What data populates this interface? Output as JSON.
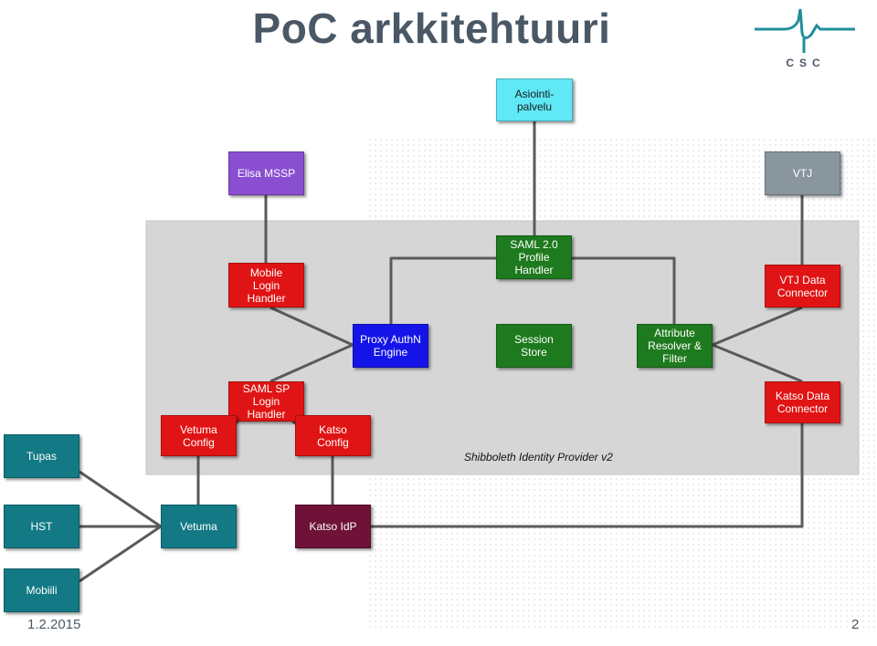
{
  "slide": {
    "title": "PoC arkkitehtuuri",
    "logo_text": "CSC",
    "footer_date": "1.2.2015",
    "page_number": "2"
  },
  "idp_label": "Shibboleth Identity Provider v2",
  "colors": {
    "cyan": "#5fe8f5",
    "purple": "#8a4fd0",
    "gray": "#8a969e",
    "red": "#e01414",
    "blue": "#1414e8",
    "green": "#1e7a1e",
    "teal": "#137a85",
    "maroon": "#6e1238",
    "connector": "#5a5a5a",
    "logo_teal": "#1f8f9a"
  },
  "boxes": {
    "asiointi": {
      "lines": [
        "Asiointi-",
        "palvelu"
      ]
    },
    "elisa": {
      "lines": [
        "Elisa MSSP"
      ]
    },
    "vtj": {
      "lines": [
        "VTJ"
      ]
    },
    "mobile": {
      "lines": [
        "Mobile",
        "Login",
        "Handler"
      ]
    },
    "saml2": {
      "lines": [
        "SAML 2.0",
        "Profile",
        "Handler"
      ]
    },
    "vtjdata": {
      "lines": [
        "VTJ Data",
        "Connector"
      ]
    },
    "proxy": {
      "lines": [
        "Proxy AuthN",
        "Engine"
      ]
    },
    "session": {
      "lines": [
        "Session",
        "Store"
      ]
    },
    "attr": {
      "lines": [
        "Attribute",
        "Resolver &",
        "Filter"
      ]
    },
    "samlsp": {
      "lines": [
        "SAML SP",
        "Login",
        "Handler"
      ]
    },
    "katsodata": {
      "lines": [
        "Katso Data",
        "Connector"
      ]
    },
    "vetconf": {
      "lines": [
        "Vetuma",
        "Config"
      ]
    },
    "katsoconf": {
      "lines": [
        "Katso",
        "Config"
      ]
    },
    "tupas": {
      "lines": [
        "Tupas"
      ]
    },
    "hst": {
      "lines": [
        "HST"
      ]
    },
    "vetuma": {
      "lines": [
        "Vetuma"
      ]
    },
    "katsoidp": {
      "lines": [
        "Katso IdP"
      ]
    },
    "mobiili": {
      "lines": [
        "Mobiili"
      ]
    }
  }
}
